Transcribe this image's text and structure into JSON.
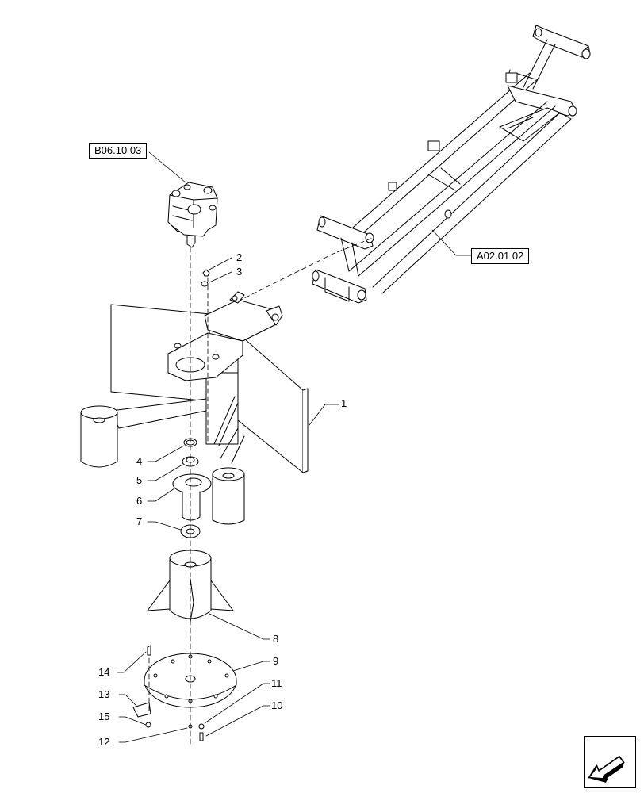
{
  "references": {
    "upper": "B06.10 03",
    "right": "A02.01 02"
  },
  "callouts": [
    "1",
    "2",
    "3",
    "4",
    "5",
    "6",
    "7",
    "8",
    "9",
    "10",
    "11",
    "12",
    "13",
    "14",
    "15"
  ],
  "nav_icon": "back-arrow-icon"
}
